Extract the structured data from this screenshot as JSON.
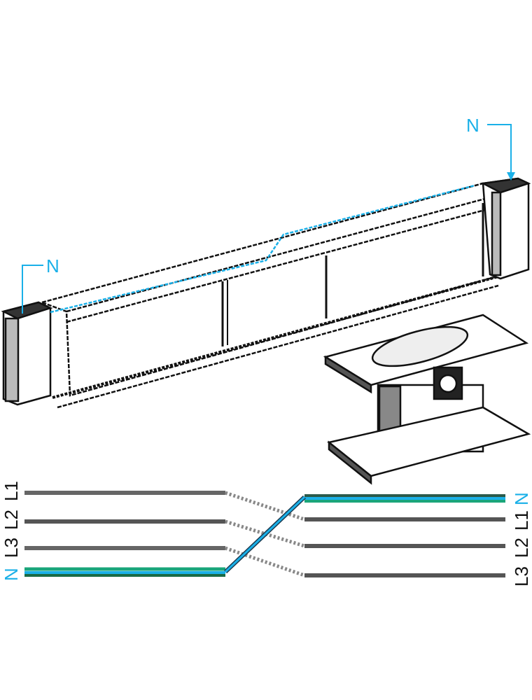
{
  "colors": {
    "neutral": "#1ab0e8",
    "neutral_bar": "#1aa57a",
    "phase": "#666666",
    "outline": "#111111"
  },
  "callouts": {
    "top_right": "N",
    "left": "N"
  },
  "wiring": {
    "left_labels": [
      "L1",
      "L2",
      "L3",
      "N"
    ],
    "right_labels": [
      "N",
      "L1",
      "L2",
      "L3"
    ]
  }
}
